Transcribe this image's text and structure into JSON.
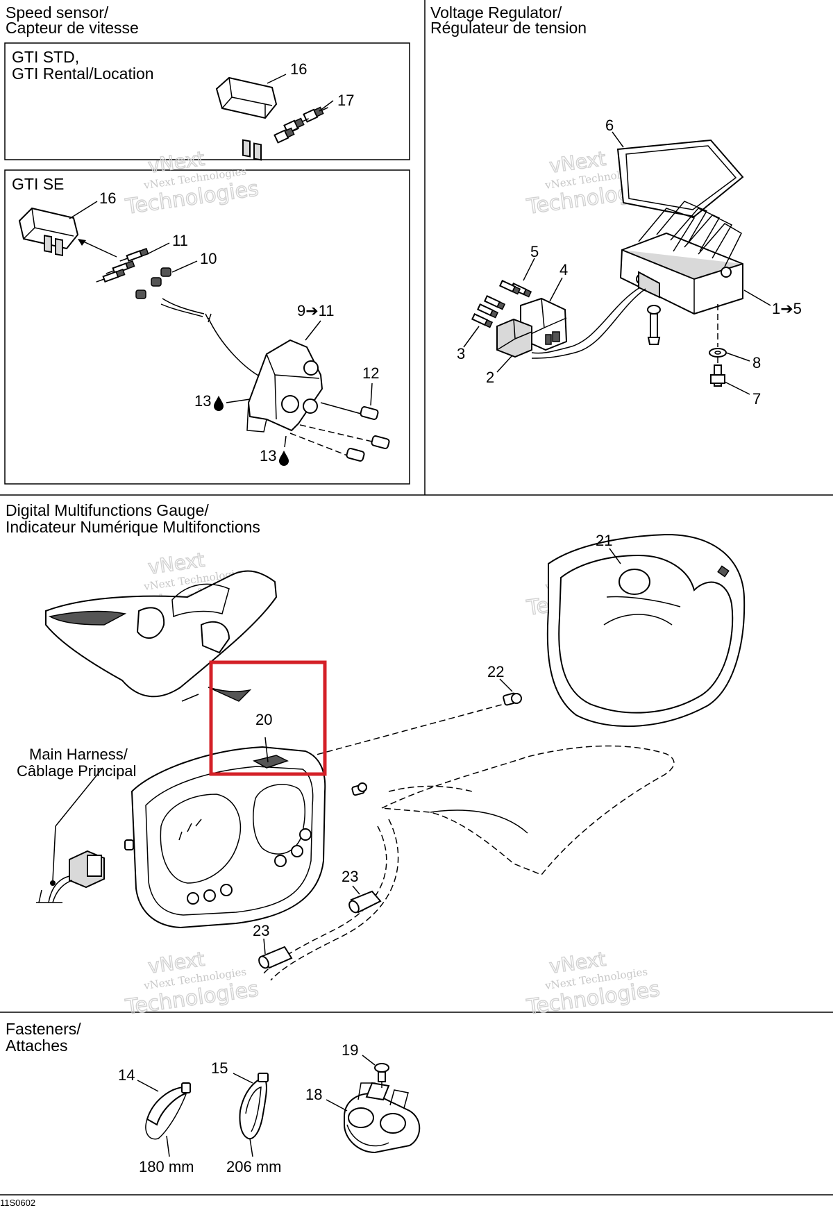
{
  "sections": {
    "speed_sensor": {
      "title_en": "Speed sensor/",
      "title_fr": "Capteur de vitesse"
    },
    "voltage_regulator": {
      "title_en": "Voltage Regulator/",
      "title_fr": "Régulateur de tension"
    },
    "gauge": {
      "title_en": "Digital Multifunctions Gauge/",
      "title_fr": "Indicateur Numérique Multifonctions"
    },
    "fasteners": {
      "title_en": "Fasteners/",
      "title_fr": "Attaches"
    }
  },
  "subpanels": {
    "gti_std": {
      "line1": "GTI STD,",
      "line2": "GTI Rental/Location"
    },
    "gti_se": {
      "label": "GTI SE"
    }
  },
  "callouts": {
    "std_16": "16",
    "std_17": "17",
    "se_16": "16",
    "se_11": "11",
    "se_10": "10",
    "se_9_11": "9➔11",
    "se_12": "12",
    "se_13a": "13",
    "se_13b": "13",
    "vr_6": "6",
    "vr_5": "5",
    "vr_4": "4",
    "vr_1_5": "1➔5",
    "vr_3": "3",
    "vr_2": "2",
    "vr_8": "8",
    "vr_7": "7",
    "g_21": "21",
    "g_22": "22",
    "g_20": "20",
    "g_23a": "23",
    "g_23b": "23",
    "f_19": "19",
    "f_14": "14",
    "f_15": "15",
    "f_18": "18"
  },
  "harness": {
    "line1": "Main Harness/",
    "line2": "Câblage Principal"
  },
  "measurements": {
    "m180": "180 mm",
    "m206": "206 mm"
  },
  "watermark": {
    "line1": "vNext Technologies",
    "line2": "vNext",
    "line3": "Technologies"
  },
  "footer_code": "11S0602",
  "highlight_color": "#d42027"
}
